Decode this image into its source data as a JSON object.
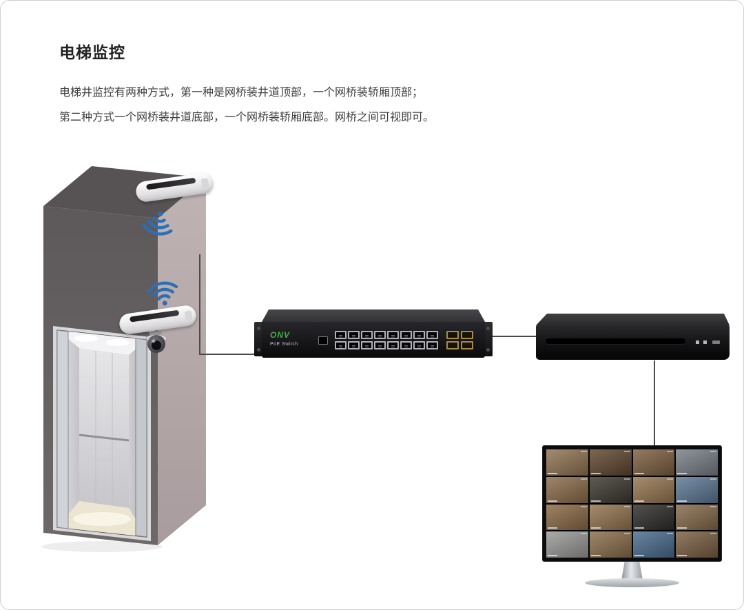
{
  "header": {
    "title": "电梯监控",
    "description": [
      "电梯井监控有两种方式，第一种是网桥装井道顶部，一个网桥装轿厢顶部；",
      "第二种方式一个网桥装井道底部，一个网桥装轿厢底部。网桥之间可视即可。"
    ]
  },
  "switch": {
    "brand": "ONV",
    "label": "PoE Switch",
    "rj45_ports": 16,
    "uplink_ports": 4
  },
  "monitor": {
    "rows": 4,
    "cols": 4,
    "cells": [
      "#8f7452",
      "#5f462e",
      "#7d5f40",
      "#787f88",
      "#8a6c48",
      "#3c3830",
      "#95754e",
      "#5c7894",
      "#8a6a45",
      "#93744e",
      "#2e2c2a",
      "#85694a",
      "#9a9a98",
      "#8a6e4c",
      "#4a6c8e",
      "#7a5f42"
    ]
  },
  "colors": {
    "wifi": "#2e6eb2",
    "cable": "#4a4a4a"
  }
}
